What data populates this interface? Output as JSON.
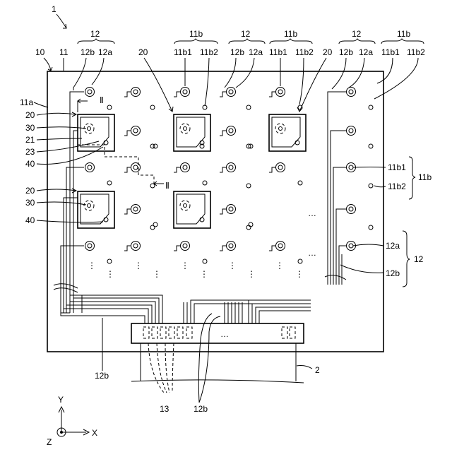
{
  "figure": {
    "ref_1": "1",
    "ref_10": "10",
    "ref_11": "11",
    "ref_11a": "11a",
    "ref_11b": "11b",
    "ref_11b1": "11b1",
    "ref_11b2": "11b2",
    "ref_12": "12",
    "ref_12a": "12a",
    "ref_12b": "12b",
    "ref_13": "13",
    "ref_2": "2",
    "ref_20": "20",
    "ref_21": "21",
    "ref_23": "23",
    "ref_30": "30",
    "ref_40": "40",
    "section_mark": "Ⅱ",
    "ellipsis_h": "…",
    "ellipsis_v": "⋮",
    "ellipsis_connector": "…"
  },
  "axes": {
    "x": "X",
    "y": "Y",
    "z": "Z"
  },
  "colors": {
    "ink": "#000000",
    "paper": "#ffffff"
  }
}
